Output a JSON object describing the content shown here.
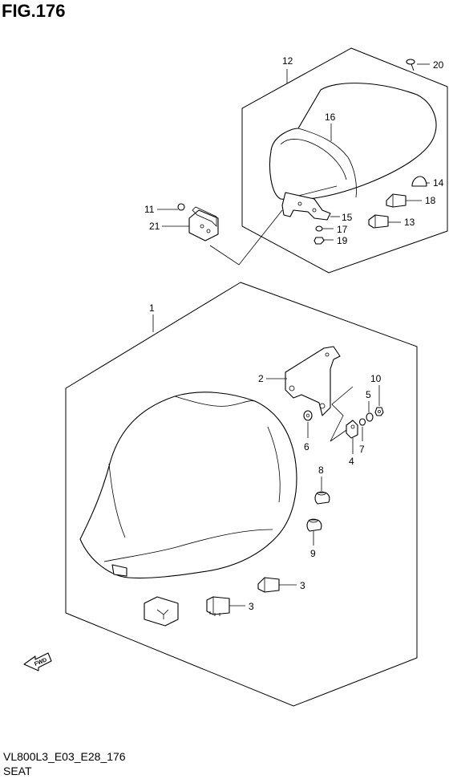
{
  "title": "FIG.176",
  "footer": {
    "code": "VL800L3_E03_E28_176",
    "name": "SEAT"
  },
  "fwd_label": "FWD",
  "callouts": {
    "p1": "1",
    "p2": "2",
    "p3a": "3",
    "p3b": "3",
    "p4": "4",
    "p5": "5",
    "p6": "6",
    "p7": "7",
    "p8": "8",
    "p9": "9",
    "p10": "10",
    "p11": "11",
    "p12": "12",
    "p13": "13",
    "p14": "14",
    "p15": "15",
    "p16": "16",
    "p17": "17",
    "p18": "18",
    "p19": "19",
    "p20": "20",
    "p21": "21"
  }
}
